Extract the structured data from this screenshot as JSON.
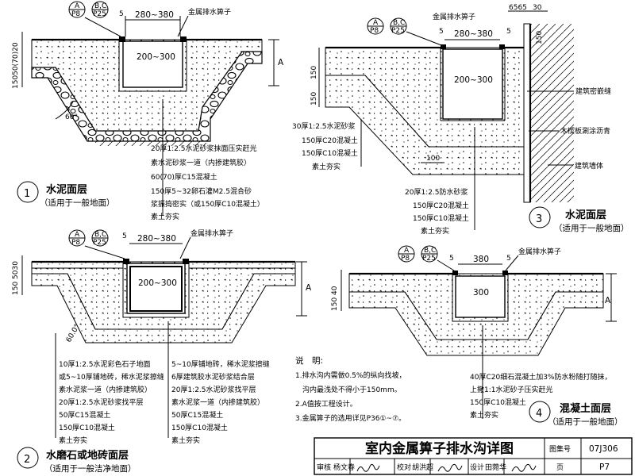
{
  "title_block": {
    "title": "室内金属箅子排水沟详图",
    "atlas_label": "图集号",
    "atlas_no": "07J306",
    "page_label": "页",
    "page_no": "P7",
    "review_label": "审核",
    "reviewer": "杨文春",
    "check_label": "校对",
    "checker": "胡洪超",
    "design_label": "设计",
    "designer": "田菀华"
  },
  "common": {
    "grate_label": "金属排水箅子",
    "tag_a": "A",
    "tag_p8": "P8",
    "tag_bc": "B,C",
    "tag_p25": "P25",
    "dim_5": "5",
    "dim_A": "A"
  },
  "detail1": {
    "num": "1",
    "name": "水泥面层",
    "scope": "（适用于一般地面）",
    "top_width": "280~380",
    "inner_width": "200~300",
    "left_dims": "15050(70)20",
    "angle": "60°",
    "notes": [
      "20厚1:2.5水泥砂浆抹面压实赶光",
      "素水泥砂浆一道（内掺建筑胶）",
      "60(70)厚C15混凝土",
      "150厚5~32卵石灌M2.5混合砂",
      "浆振捣密实（或150厚C10混凝土）",
      "素土夯实"
    ]
  },
  "detail2": {
    "num": "2",
    "name": "水磨石或地砖面层",
    "scope": "（适用于一般洁净地面）",
    "top_width": "280~380",
    "inner_width": "200~300",
    "left_dims": "150 5030",
    "angle": "60.0°",
    "notes_left": [
      "10厚1:2.5水泥彩色石子地面",
      "或5~10厚铺地砖，稀水泥浆擦缝",
      "素水泥浆一道（内掺建筑胶）",
      "20厚1:2.5水泥砂浆找平层",
      "50厚C15混凝土",
      "150厚C10混凝土",
      "素土夯实"
    ],
    "notes_right": [
      "5~10厚铺地砖，稀水泥浆擦缝",
      "6厚建筑胶水泥砂浆结合层",
      "20厚1:2.5水泥砂浆找平层",
      "素水泥浆一道（内掺建筑胶）",
      "50厚C15混凝土",
      "150厚C10混凝土",
      "素土夯实"
    ]
  },
  "detail3": {
    "num": "3",
    "name": "水泥面层",
    "scope": "（适用于一般地面）",
    "top_width": "280~380",
    "top_small": "6565",
    "top_30": "30",
    "inner_width": "200~300",
    "left_150a": "150",
    "left_150b": "150",
    "bottom_100": "100",
    "right_150": "150",
    "wall_labels": [
      "建筑密嵌缝",
      "木楔板涮涂沥青",
      "建筑墙体"
    ],
    "notes_upper": [
      "30厚1:2.5水泥砂浆",
      "150厚C20混凝土",
      "150厚C10混凝土",
      "素土夯实"
    ],
    "notes_lower": [
      "20厚1:2.5防水砂浆",
      "150厚C20混凝土",
      "150厚C10混凝土",
      "素土夯实"
    ]
  },
  "detail4": {
    "num": "4",
    "name": "混凝土面层",
    "scope": "（适用于一般地面）",
    "top_width": "380",
    "inner_width": "300",
    "left_dims": "150 40",
    "notes": [
      "40厚C20细石混凝土加3%防水粉随打随抹，",
      "上撒1:1水泥砂子压实赶光",
      "150厚C10混凝土",
      "素土夯实"
    ]
  },
  "explain": {
    "title": "说　明:",
    "items": [
      "1.排水沟内需做0.5%的纵向找坡，",
      "　沟内最浅处不得小于150mm。",
      "2.A值按工程设计。",
      "3.金属箅子的选用详见P36①~⑦。"
    ]
  }
}
